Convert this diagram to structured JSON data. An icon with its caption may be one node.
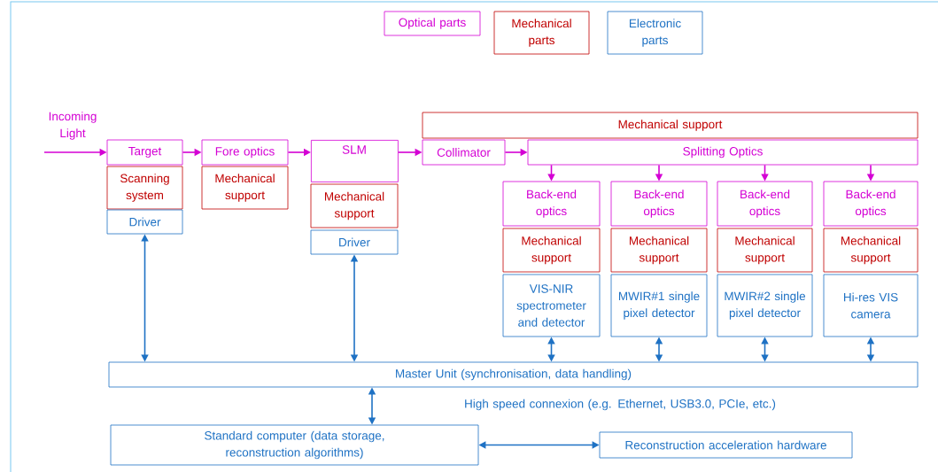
{
  "diagram": {
    "nodes": [
      {
        "text": [
          "Mechanical support"
        ]
      },
      {
        "text": [
          "Target"
        ]
      },
      {
        "text": [
          "Scanning system"
        ]
      },
      {
        "text": [
          "Driver"
        ]
      },
      {
        "text": [
          "Fore optics"
        ]
      },
      {
        "text": [
          "Mechanical support"
        ]
      },
      {
        "text": [
          "SLM"
        ]
      },
      {
        "text": [
          "Mechanical support"
        ]
      },
      {
        "text": [
          "Driver"
        ]
      },
      {
        "text": [
          "Collimator"
        ]
      },
      {
        "text": [
          "Splitting Optics"
        ]
      },
      {
        "text": [
          "Back-end optics"
        ]
      },
      {
        "text": [
          "Back-end optics"
        ]
      },
      {
        "text": [
          "Back-end optics"
        ]
      },
      {
        "text": [
          "Back-end optics"
        ]
      },
      {
        "text": [
          "Mechanical support"
        ]
      },
      {
        "text": [
          "Mechanical support"
        ]
      },
      {
        "text": [
          "Mechanical support"
        ]
      },
      {
        "text": [
          "Mechanical support"
        ]
      },
      {
        "text": [
          "VIS-NIR spectrometer and detector"
        ]
      },
      {
        "text": [
          "MWIR#1 single pixel detector"
        ]
      },
      {
        "text": [
          "MWIR#2 single pixel detector"
        ]
      },
      {
        "text": [
          "Hi-res VIS camera"
        ]
      },
      {
        "text": [
          "Master Unit (synchronisation, data handling)"
        ]
      },
      {
        "text": [
          "Standard computer (data storage, reconstruction algorithms)"
        ]
      },
      {
        "text": [
          "Reconstruction acceleration hardware"
        ]
      }
    ],
    "edges": [
      {
        "from": null,
        "to": 1,
        "arrow": "to"
      },
      {
        "from": 1,
        "to": 4,
        "arrow": "to"
      },
      {
        "from": 4,
        "to": 6,
        "arrow": "to"
      },
      {
        "from": 6,
        "to": 9,
        "arrow": "to"
      },
      {
        "from": 9,
        "to": 10,
        "arrow": "to"
      },
      {
        "from": 10,
        "to": 11,
        "arrow": "to"
      },
      {
        "from": 10,
        "to": 12,
        "arrow": "to"
      },
      {
        "from": 10,
        "to": 13,
        "arrow": "to"
      },
      {
        "from": 10,
        "to": 14,
        "arrow": "to"
      },
      {
        "from": 3,
        "to": 23,
        "arrow": "both",
        "color": "#1f72c4"
      },
      {
        "from": 8,
        "to": 23,
        "arrow": "both",
        "color": "#1f72c4"
      },
      {
        "from": 19,
        "to": 23,
        "arrow": "both",
        "color": "#1f72c4"
      },
      {
        "from": 20,
        "to": 23,
        "arrow": "both",
        "color": "#1f72c4"
      },
      {
        "from": 21,
        "to": 23,
        "arrow": "both",
        "color": "#1f72c4"
      },
      {
        "from": 22,
        "to": 23,
        "arrow": "both",
        "color": "#1f72c4"
      },
      {
        "from": 23,
        "to": 24,
        "arrow": "both",
        "color": "#1f72c4"
      },
      {
        "from": 24,
        "to": 25,
        "arrow": "both",
        "color": "#1f72c4"
      }
    ],
    "labels": [
      "Incoming Light",
      "High speed connexion (e.g. Ethernet, USB3.0, PCIe, etc.)"
    ],
    "legend": [
      {
        "text": "Optical parts"
      },
      {
        "text": "Mechanical parts"
      },
      {
        "text": "Electronic parts"
      }
    ]
  }
}
